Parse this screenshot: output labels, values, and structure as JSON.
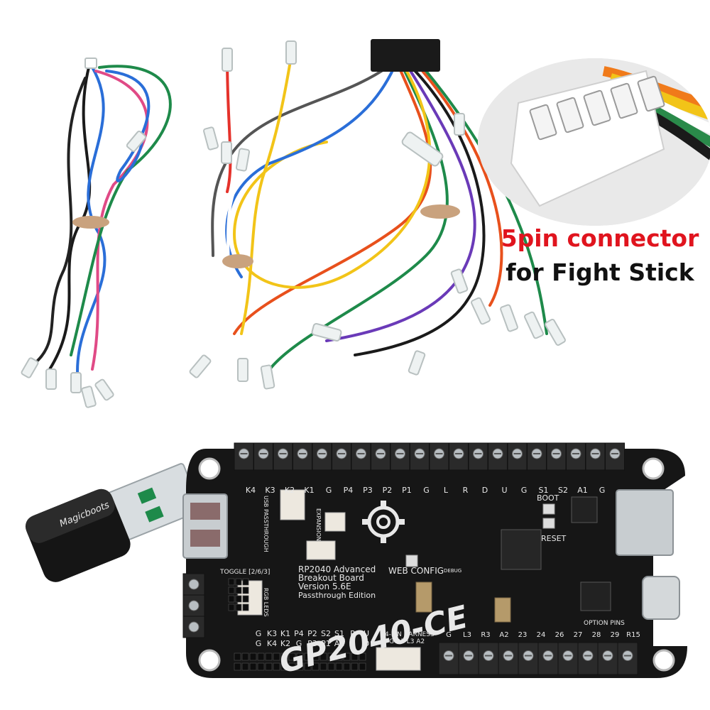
{
  "caption": {
    "line1": "5pin connector",
    "line2": "for Fight Stick",
    "line1_color": "#e0141e",
    "line2_color": "#111111"
  },
  "dongle": {
    "brand": "Magicboots"
  },
  "board": {
    "name": "GP2040-CE",
    "desc_line1": "RP2040 Advanced",
    "desc_line2": "Breakout Board",
    "desc_line3": "Version 5.6E",
    "desc_line4": "Passthrough Edition",
    "web_config": "WEB CONFIG",
    "boot": "BOOT",
    "reset": "RESET",
    "usb_passthrough": "USB PASSTHROUGH",
    "expansion": "EXPANSION",
    "rgb_leds": "RGB LEDS",
    "toggle": "TOGGLE [2/6/3]",
    "harness": "4-PIN HARNESS",
    "harness_pins": "G R3 L3 A2",
    "option_pins": "OPTION PINS",
    "debug": "DEBUG",
    "top_labels": [
      "K4",
      "K3",
      "K2",
      "K1",
      "G",
      "P4",
      "P3",
      "P2",
      "P1",
      "G",
      "L",
      "R",
      "D",
      "U",
      "G",
      "S1",
      "S2",
      "A1",
      "G"
    ],
    "bottom_labels_row1": [
      "G",
      "K3",
      "K1",
      "P4",
      "P2",
      "S2",
      "S1",
      "R",
      "U"
    ],
    "bottom_labels_row2": [
      "G",
      "K4",
      "K2",
      "G",
      "P3",
      "P1",
      "A1",
      "L",
      "D"
    ],
    "right_bottom_labels": [
      "G",
      "L3",
      "R3",
      "A2",
      "23",
      "24",
      "26",
      "27",
      "28",
      "29",
      "R15"
    ],
    "colors": {
      "pcb": "#1a1a1a",
      "terminal": "#2a2a2a",
      "silk": "#e8e8e8"
    }
  }
}
